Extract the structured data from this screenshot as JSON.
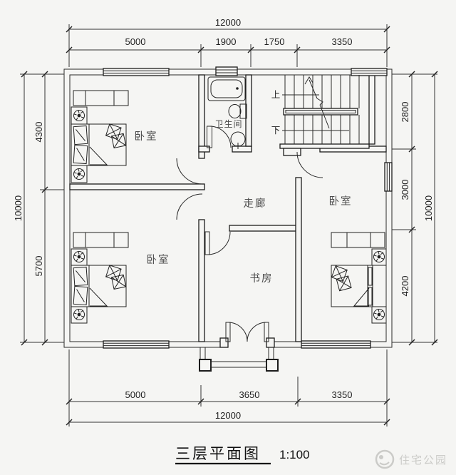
{
  "title": {
    "name": "三层平面图",
    "scale": "1:100"
  },
  "watermark": {
    "brand": "住宅公园"
  },
  "rooms": {
    "bedroom_top_left": "卧室",
    "bathroom": "卫生间",
    "corridor": "走廊",
    "bedroom_right": "卧室",
    "bedroom_bottom_left": "卧室",
    "study": "书房"
  },
  "stairs": {
    "up": "上",
    "down": "下"
  },
  "dimensions": {
    "top": {
      "overall": "12000",
      "segments": [
        "5000",
        "1900",
        "1750",
        "3350"
      ]
    },
    "bottom": {
      "overall": "12000",
      "segments": [
        "5000",
        "3650",
        "3350"
      ]
    },
    "left": {
      "overall": "10000",
      "segments": [
        "4300",
        "5700"
      ]
    },
    "right": {
      "overall": "10000",
      "segments": [
        "2800",
        "3000",
        "4200"
      ]
    }
  }
}
